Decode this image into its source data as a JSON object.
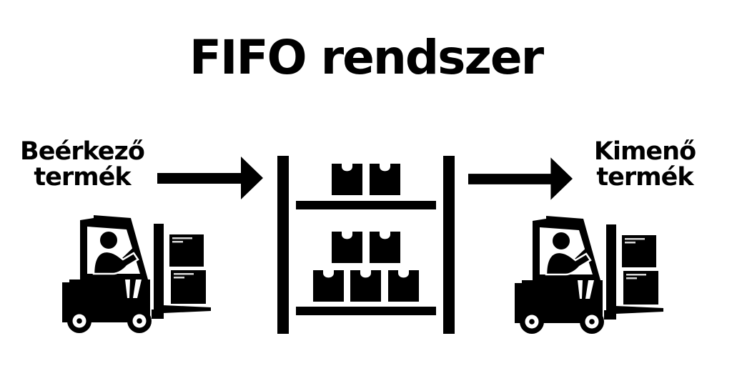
{
  "title": "FIFO rendszer",
  "colors": {
    "foreground": "#000000",
    "background": "#ffffff",
    "box_label_lines": "#d9d9d9"
  },
  "flow": {
    "incoming_label": {
      "line1": "Beérkező",
      "line2": "termék"
    },
    "outgoing_label": {
      "line1": "Kimenő",
      "line2": "termék"
    },
    "arrows": [
      {
        "name": "incoming-arrow",
        "direction": "right"
      },
      {
        "name": "outgoing-arrow",
        "direction": "right"
      }
    ]
  },
  "icons": {
    "incoming_vehicle": "forklift-with-boxes-icon",
    "outgoing_vehicle": "forklift-with-boxes-icon",
    "storage": "warehouse-rack-icon"
  },
  "rack": {
    "posts": 2,
    "shelves": 2,
    "boxes_top_shelf": 2,
    "boxes_bottom_shelf_back_row": 2,
    "boxes_bottom_shelf_front_row": 3
  },
  "forklift": {
    "boxes_on_fork": 2,
    "driver_present": true
  }
}
